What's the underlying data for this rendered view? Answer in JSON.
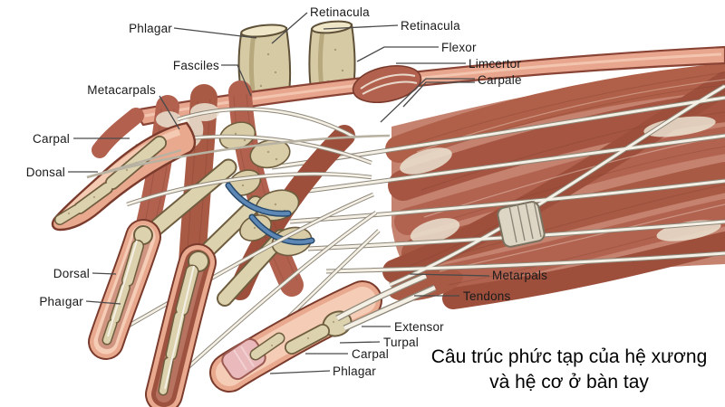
{
  "figure": {
    "caption_line1": "Câu trúc phức tạp của hệ xương",
    "caption_line2": "và hệ cơ ở bàn tay"
  },
  "labels": {
    "phlagar_top": "Phlagar",
    "retinacula_left": "Retinacula",
    "retinacula_right": "Retinacula",
    "fasciles": "Fasciles",
    "metacarpals": "Metacarpals",
    "carpal_left": "Carpal",
    "donsal": "Donsal",
    "dorsal": "Dorsal",
    "phaigar": "Phaıgar",
    "flexor": "Flexor",
    "limcertor": "Limcertor",
    "carpale": "Carpale",
    "metarpals": "Metarpals",
    "tendons": "Tendons",
    "extensor": "Extensor",
    "turpal": "Turpal",
    "carpal_bottom": "Carpal",
    "phlagar_bottom": "Phlagar"
  },
  "colors": {
    "background": "#ffffff",
    "skin": "#e8a68f",
    "skin_light": "#f5cdb6",
    "skin_outline": "#7a3b2c",
    "bone": "#d9cda8",
    "bone_outline": "#6e5d3e",
    "muscle": "#b2614f",
    "muscle_dark": "#9d4f3c",
    "tendon": "#f4f0e6",
    "tendon_outline": "#8d8678",
    "vessel": "#5d88b5",
    "nail_pink": "#e9b9bb",
    "label_text": "#1a1a1a",
    "leader_line": "#4a4a4a"
  }
}
